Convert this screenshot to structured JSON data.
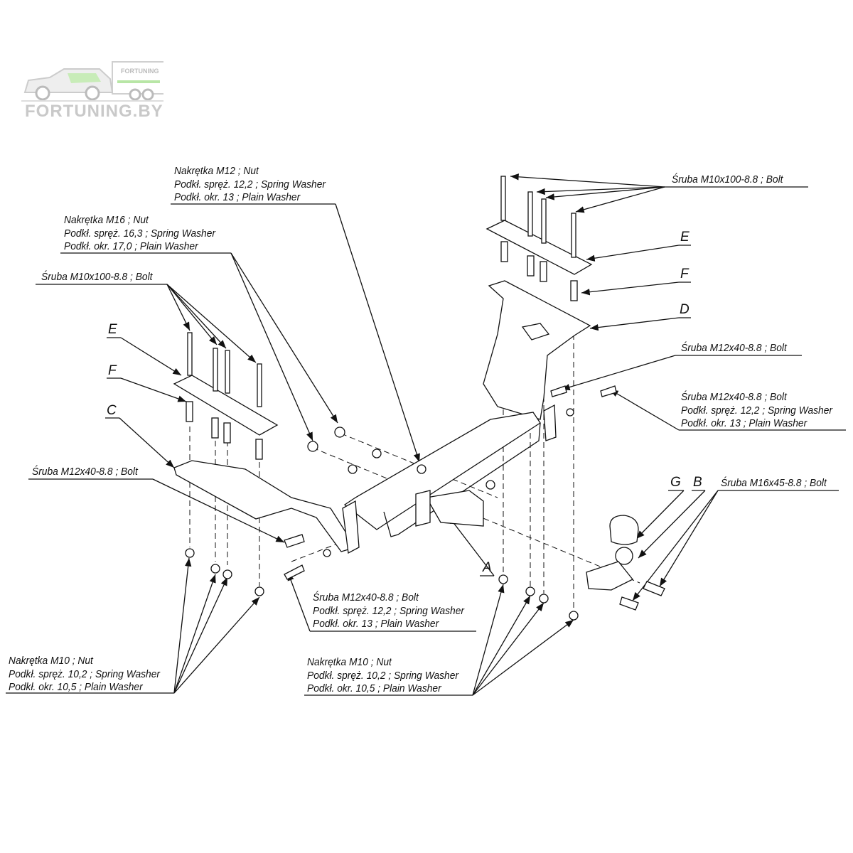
{
  "logo": {
    "brand": "FORTUNING.BY",
    "trailer_text": "FORTUNING"
  },
  "labels": {
    "nut_m12": [
      "Nakrętka  M12 ; Nut",
      "Podkł. spręż. 12,2 ; Spring Washer",
      "Podkł. okr. 13 ;  Plain Washer"
    ],
    "nut_m16": [
      "Nakrętka  M16 ; Nut",
      "Podkł. spręż. 16,3 ; Spring Washer",
      "Podkł. okr. 17,0 ;  Plain Washer"
    ],
    "bolt_m10_left": "Śruba M10x100-8.8 ;  Bolt",
    "bolt_m12_left": "Śruba M12x40-8.8 ;  Bolt",
    "bolt_m10_right": "Śruba M10x100-8.8 ;  Bolt",
    "bolt_m12_right": "Śruba M12x40-8.8 ;  Bolt",
    "bolt_m12_set_right": [
      "Śruba M12x40-8.8 ;  Bolt",
      "Podkł. spręż. 12,2 ; Spring Washer",
      "Podkł. okr. 13 ;  Plain Washer"
    ],
    "bolt_m16": "Śruba M16x45-8.8 ;  Bolt",
    "bolt_m12_set_center": [
      "Śruba M12x40-8.8 ;  Bolt",
      "Podkł. spręż. 12,2 ; Spring Washer",
      "Podkł. okr. 13 ;  Plain Washer"
    ],
    "nut_m10_left": [
      "Nakrętka  M10 ; Nut",
      "Podkł. spręż. 10,2 ; Spring Washer",
      "Podkł. okr. 10,5 ;  Plain Washer"
    ],
    "nut_m10_center": [
      "Nakrętka  M10 ; Nut",
      "Podkł. spręż. 10,2 ; Spring Washer",
      "Podkł. okr. 10,5 ;  Plain Washer"
    ]
  },
  "parts": {
    "A": "A",
    "B": "B",
    "C": "C",
    "D": "D",
    "E_left": "E",
    "F_left": "F",
    "E_right": "E",
    "F_right": "F",
    "G": "G"
  },
  "colors": {
    "line": "#111111",
    "logo_grey": "#c9c9c9",
    "logo_green": "#9fd88a"
  }
}
